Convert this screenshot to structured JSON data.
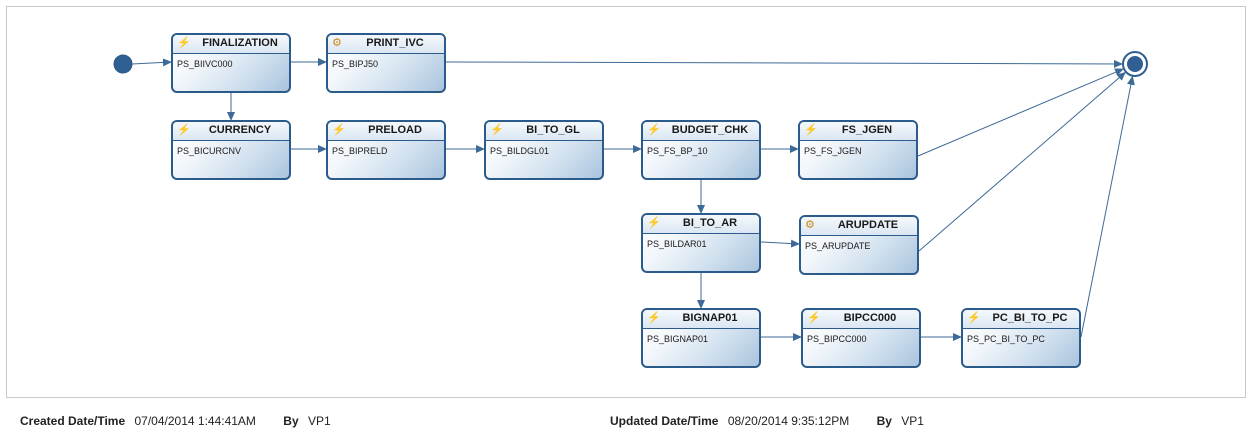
{
  "nodes": [
    {
      "id": "finalization",
      "title": "FINALIZATION",
      "process": "PS_BIIVC000",
      "icon": "bolt-icon"
    },
    {
      "id": "print_ivc",
      "title": "PRINT_IVC",
      "process": "PS_BIPJ50",
      "icon": "gear-icon"
    },
    {
      "id": "currency",
      "title": "CURRENCY",
      "process": "PS_BICURCNV",
      "icon": "bolt-icon"
    },
    {
      "id": "preload",
      "title": "PRELOAD",
      "process": "PS_BIPRELD",
      "icon": "bolt-icon"
    },
    {
      "id": "bi_to_gl",
      "title": "BI_TO_GL",
      "process": "PS_BILDGL01",
      "icon": "bolt-icon"
    },
    {
      "id": "budget_chk",
      "title": "BUDGET_CHK",
      "process": "PS_FS_BP_10",
      "icon": "bolt-icon"
    },
    {
      "id": "fs_jgen",
      "title": "FS_JGEN",
      "process": "PS_FS_JGEN",
      "icon": "bolt-icon"
    },
    {
      "id": "bi_to_ar",
      "title": "BI_TO_AR",
      "process": "PS_BILDAR01",
      "icon": "bolt-icon"
    },
    {
      "id": "arupdate",
      "title": "ARUPDATE",
      "process": "PS_ARUPDATE",
      "icon": "gear-icon"
    },
    {
      "id": "bignap01",
      "title": "BIGNAP01",
      "process": "PS_BIGNAP01",
      "icon": "bolt-icon"
    },
    {
      "id": "bipcc000",
      "title": "BIPCC000",
      "process": "PS_BIPCC000",
      "icon": "bolt-icon"
    },
    {
      "id": "pc_bi_to_pc",
      "title": "PC_BI_TO_PC",
      "process": "PS_PC_BI_TO_PC",
      "icon": "bolt-icon"
    }
  ],
  "edges": [
    [
      "start",
      "finalization"
    ],
    [
      "finalization",
      "print_ivc"
    ],
    [
      "finalization",
      "currency"
    ],
    [
      "print_ivc",
      "end"
    ],
    [
      "currency",
      "preload"
    ],
    [
      "preload",
      "bi_to_gl"
    ],
    [
      "bi_to_gl",
      "budget_chk"
    ],
    [
      "budget_chk",
      "fs_jgen"
    ],
    [
      "budget_chk",
      "bi_to_ar"
    ],
    [
      "fs_jgen",
      "end"
    ],
    [
      "bi_to_ar",
      "arupdate"
    ],
    [
      "bi_to_ar",
      "bignap01"
    ],
    [
      "arupdate",
      "end"
    ],
    [
      "bignap01",
      "bipcc000"
    ],
    [
      "bipcc000",
      "pc_bi_to_pc"
    ],
    [
      "pc_bi_to_pc",
      "end"
    ]
  ],
  "colors": {
    "accent": "#2b5b8a",
    "line": "#3d6a96",
    "node_fill": "#a9c4de"
  },
  "footer": {
    "created_label": "Created Date/Time",
    "created_value": "07/04/2014  1:44:41AM",
    "created_by_label": "By",
    "created_by_value": "VP1",
    "updated_label": "Updated Date/Time",
    "updated_value": "08/20/2014  9:35:12PM",
    "updated_by_label": "By",
    "updated_by_value": "VP1"
  }
}
